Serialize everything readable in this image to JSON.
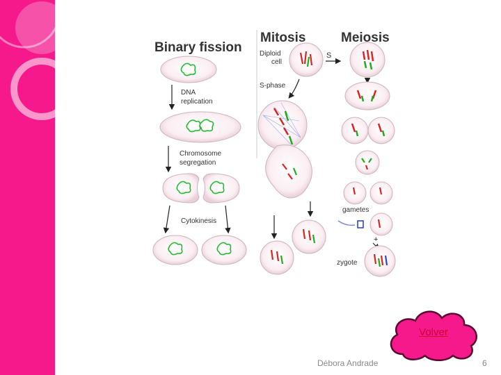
{
  "slide": {
    "author": "Débora Andrade",
    "page_number": "6",
    "back_link": "Volver"
  },
  "figure": {
    "columns": [
      "Binary fission",
      "Mitosis",
      "Meiosis"
    ],
    "binary_fission_steps": [
      "DNA",
      "replication",
      "Chromosome",
      "segregation",
      "Cytokinesis"
    ],
    "mitosis_labels": [
      "Diploid",
      "cell",
      "S-phase"
    ],
    "meiosis_labels": [
      "S",
      "gametes",
      "zygote"
    ]
  },
  "colors": {
    "accent": "#f5198c",
    "link": "#cc0033",
    "cloud_fill": "#f5198c"
  }
}
